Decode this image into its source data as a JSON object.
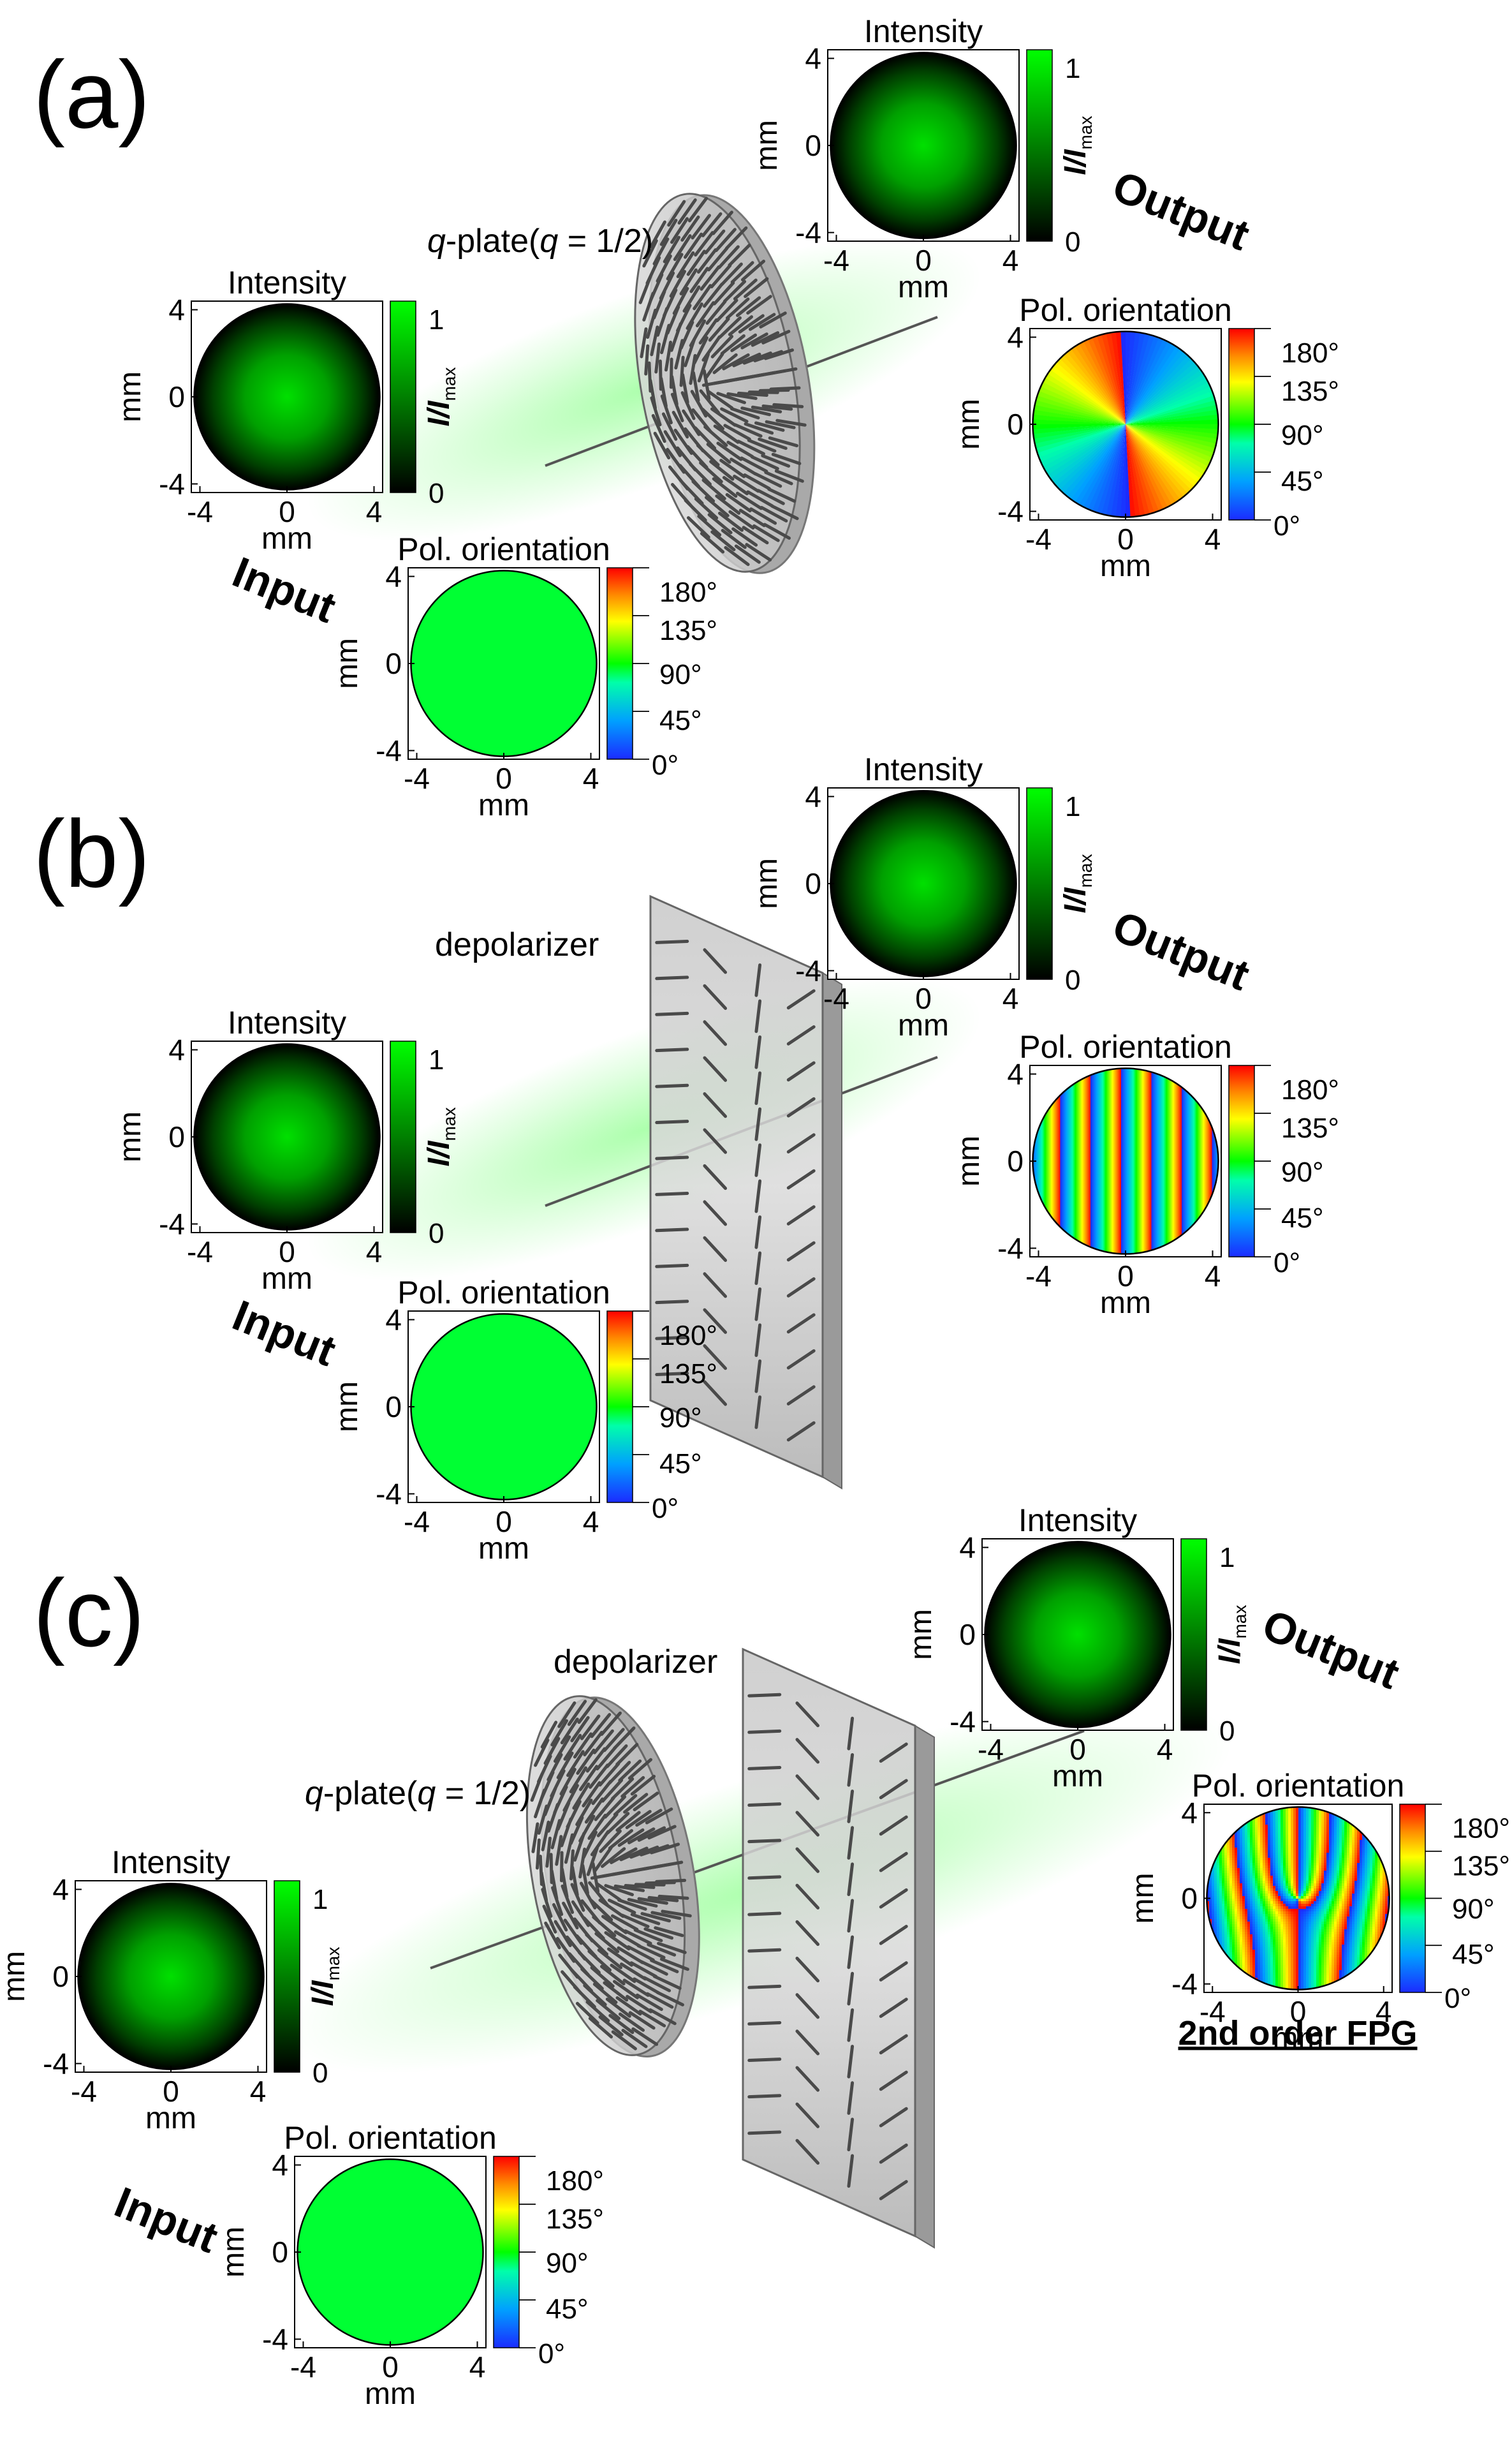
{
  "panels": [
    {
      "letter": "(a)",
      "elements": [
        {
          "kind": "q-plate",
          "label_pre": "q",
          "label_mid": "-plate(",
          "label_q": "q",
          "label_post": " = 1/2)"
        }
      ],
      "input": {
        "label": "Input",
        "pol_pattern": "uniform"
      },
      "output": {
        "label": "Output",
        "pol_pattern": "radial"
      }
    },
    {
      "letter": "(b)",
      "elements": [
        {
          "kind": "depolarizer",
          "label": "depolarizer"
        }
      ],
      "input": {
        "label": "Input",
        "pol_pattern": "uniform"
      },
      "output": {
        "label": "Output",
        "pol_pattern": "stripes"
      }
    },
    {
      "letter": "(c)",
      "elements": [
        {
          "kind": "q-plate",
          "label_pre": "q",
          "label_mid": "-plate(",
          "label_q": "q",
          "label_post": " = 1/2)"
        },
        {
          "kind": "depolarizer",
          "label": "depolarizer"
        }
      ],
      "input": {
        "label": "Input",
        "pol_pattern": "uniform"
      },
      "output": {
        "label": "Output",
        "pol_pattern": "fork",
        "caption": "2nd order FPG"
      }
    }
  ],
  "plot_labels": {
    "intensity_title": "Intensity",
    "pol_title": "Pol. orientation",
    "axis_unit": "mm",
    "axis_ticks": [
      "-4",
      "0",
      "4"
    ],
    "intensity_cbar_ticks": [
      "0",
      "1"
    ],
    "intensity_cbar_label_i": "I",
    "intensity_cbar_label_slash": "/",
    "intensity_cbar_label_imax": "I",
    "intensity_cbar_label_sub": "max",
    "pol_cbar_ticks": [
      "0°",
      "45°",
      "90°",
      "135°",
      "180°"
    ]
  },
  "colors": {
    "beam_green": "#00ff00",
    "uniform_pol": "#00ff33",
    "optic_gray": "#bdbdbd"
  }
}
